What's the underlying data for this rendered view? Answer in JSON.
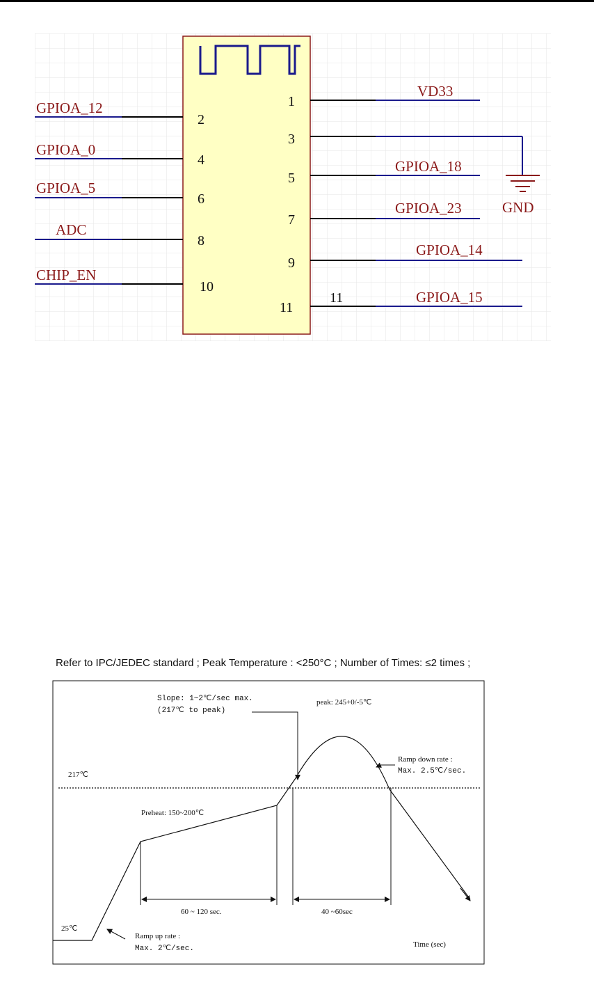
{
  "schematic": {
    "left_pins": [
      {
        "label": "GPIOA_12",
        "number": "2"
      },
      {
        "label": "GPIOA_0",
        "number": "4"
      },
      {
        "label": "GPIOA_5",
        "number": "6"
      },
      {
        "label": "ADC",
        "number": "8"
      },
      {
        "label": "CHIP_EN",
        "number": "10"
      }
    ],
    "right_pins": [
      {
        "label": "VD33",
        "number": "1"
      },
      {
        "label": "",
        "number": "3"
      },
      {
        "label": "GPIOA_18",
        "number": "5"
      },
      {
        "label": "GPIOA_23",
        "number": "7"
      },
      {
        "label": "GPIOA_14",
        "number": "9"
      },
      {
        "label": "GPIOA_15",
        "number": "11"
      }
    ],
    "pin11_net_label": "11",
    "ground_label": "GND",
    "colors": {
      "wire": "#000000",
      "net": "#1a1a8c",
      "label": "#8b1a1a",
      "body_fill": "#ffffc4",
      "body_stroke": "#8b1a1a",
      "grid": "#e6e6e6"
    }
  },
  "reflow": {
    "caption": "Refer to IPC/JEDEC standard ; Peak Temperature : <250°C ; Number of Times: ≤2 times ;",
    "temp_217": "217℃",
    "temp_25": "25℃",
    "preheat": "Preheat: 150~200℃",
    "slope_line1": "Slope: 1~2℃/sec max.",
    "slope_line2": "(217℃ to peak)",
    "peak": "peak: 245+0/-5℃",
    "ramp_down_line1": "Ramp down rate :",
    "ramp_down_line2": "Max. 2.5℃/sec.",
    "ramp_up_line1": "Ramp up rate :",
    "ramp_up_line2": "Max. 2℃/sec.",
    "interval_preheat": "60 ~ 120 sec.",
    "interval_peak": "40 ~60sec",
    "time_axis": "Time (sec)"
  }
}
